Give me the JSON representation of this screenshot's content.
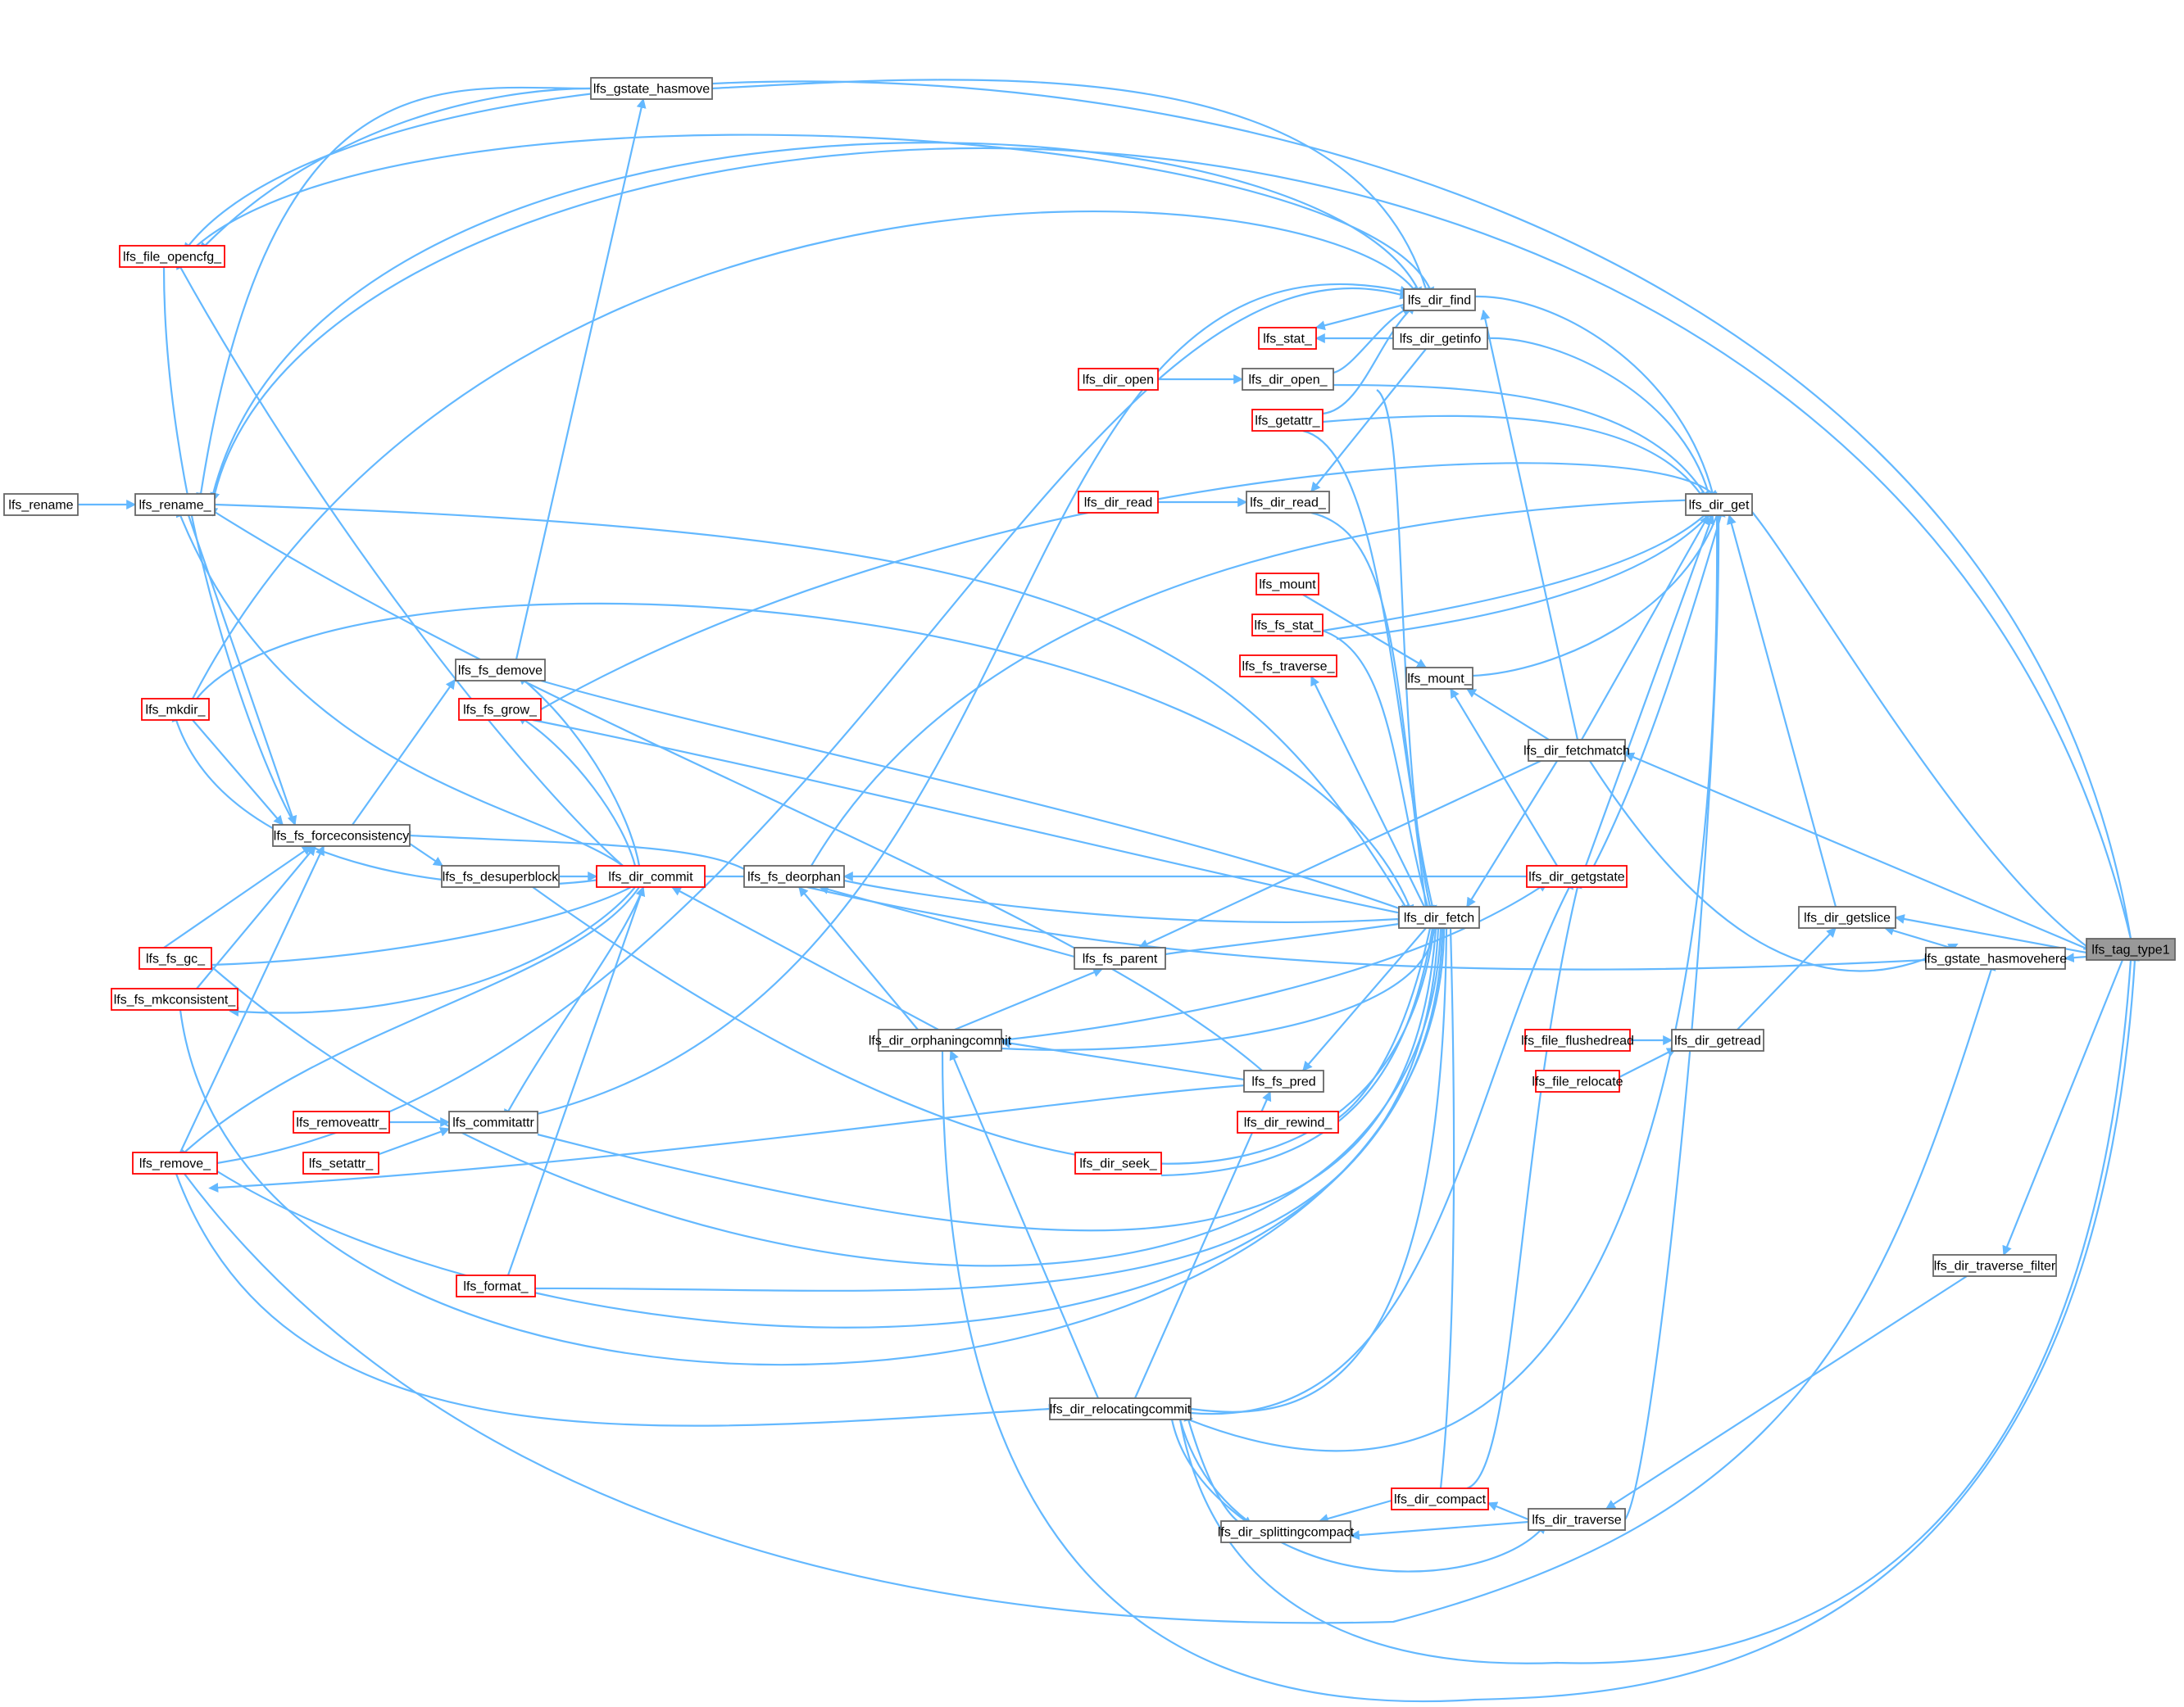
{
  "graph": {
    "title": "",
    "colors": {
      "edge": "#63b8ff",
      "link_border": "#ff0000",
      "plain_border": "#666666",
      "focus_fill": "#999999",
      "fill": "#ffffff"
    },
    "nodes": [
      {
        "id": "lfs_tag_type1",
        "label": "lfs_tag_type1",
        "kind": "focus"
      },
      {
        "id": "lfs_rename",
        "label": "lfs_rename",
        "kind": "plain"
      },
      {
        "id": "lfs_rename_",
        "label": "lfs_rename_",
        "kind": "plain"
      },
      {
        "id": "lfs_file_opencfg_",
        "label": "lfs_file_opencfg_",
        "kind": "link"
      },
      {
        "id": "lfs_mkdir_",
        "label": "lfs_mkdir_",
        "kind": "link"
      },
      {
        "id": "lfs_fs_forceconsistency",
        "label": "lfs_fs_forceconsistency",
        "kind": "plain"
      },
      {
        "id": "lfs_fs_gc_",
        "label": "lfs_fs_gc_",
        "kind": "link"
      },
      {
        "id": "lfs_fs_mkconsistent_",
        "label": "lfs_fs_mkconsistent_",
        "kind": "link"
      },
      {
        "id": "lfs_remove_",
        "label": "lfs_remove_",
        "kind": "link"
      },
      {
        "id": "lfs_gstate_hasmove",
        "label": "lfs_gstate_hasmove",
        "kind": "plain"
      },
      {
        "id": "lfs_fs_demove",
        "label": "lfs_fs_demove",
        "kind": "plain"
      },
      {
        "id": "lfs_fs_grow_",
        "label": "lfs_fs_grow_",
        "kind": "link"
      },
      {
        "id": "lfs_fs_desuperblock",
        "label": "lfs_fs_desuperblock",
        "kind": "plain"
      },
      {
        "id": "lfs_dir_commit",
        "label": "lfs_dir_commit",
        "kind": "link"
      },
      {
        "id": "lfs_fs_deorphan",
        "label": "lfs_fs_deorphan",
        "kind": "plain"
      },
      {
        "id": "lfs_removeattr_",
        "label": "lfs_removeattr_",
        "kind": "link"
      },
      {
        "id": "lfs_setattr_",
        "label": "lfs_setattr_",
        "kind": "link"
      },
      {
        "id": "lfs_commitattr",
        "label": "lfs_commitattr",
        "kind": "plain"
      },
      {
        "id": "lfs_format_",
        "label": "lfs_format_",
        "kind": "link"
      },
      {
        "id": "lfs_dir_orphaningcommit",
        "label": "lfs_dir_orphaningcommit",
        "kind": "plain"
      },
      {
        "id": "lfs_fs_parent",
        "label": "lfs_fs_parent",
        "kind": "plain"
      },
      {
        "id": "lfs_fs_pred",
        "label": "lfs_fs_pred",
        "kind": "plain"
      },
      {
        "id": "lfs_dir_relocatingcommit",
        "label": "lfs_dir_relocatingcommit",
        "kind": "plain"
      },
      {
        "id": "lfs_dir_splittingcompact",
        "label": "lfs_dir_splittingcompact",
        "kind": "plain"
      },
      {
        "id": "lfs_dir_find",
        "label": "lfs_dir_find",
        "kind": "plain"
      },
      {
        "id": "lfs_stat_",
        "label": "lfs_stat_",
        "kind": "link"
      },
      {
        "id": "lfs_dir_getinfo",
        "label": "lfs_dir_getinfo",
        "kind": "plain"
      },
      {
        "id": "lfs_dir_open",
        "label": "lfs_dir_open",
        "kind": "link"
      },
      {
        "id": "lfs_dir_open_",
        "label": "lfs_dir_open_",
        "kind": "plain"
      },
      {
        "id": "lfs_getattr_",
        "label": "lfs_getattr_",
        "kind": "link"
      },
      {
        "id": "lfs_dir_read",
        "label": "lfs_dir_read",
        "kind": "link"
      },
      {
        "id": "lfs_dir_read_",
        "label": "lfs_dir_read_",
        "kind": "plain"
      },
      {
        "id": "lfs_mount",
        "label": "lfs_mount",
        "kind": "link"
      },
      {
        "id": "lfs_fs_stat_",
        "label": "lfs_fs_stat_",
        "kind": "link"
      },
      {
        "id": "lfs_fs_traverse_",
        "label": "lfs_fs_traverse_",
        "kind": "link"
      },
      {
        "id": "lfs_mount_",
        "label": "lfs_mount_",
        "kind": "plain"
      },
      {
        "id": "lfs_dir_fetch",
        "label": "lfs_dir_fetch",
        "kind": "plain"
      },
      {
        "id": "lfs_dir_rewind_",
        "label": "lfs_dir_rewind_",
        "kind": "link"
      },
      {
        "id": "lfs_dir_seek_",
        "label": "lfs_dir_seek_",
        "kind": "link"
      },
      {
        "id": "lfs_dir_get",
        "label": "lfs_dir_get",
        "kind": "plain"
      },
      {
        "id": "lfs_dir_fetchmatch",
        "label": "lfs_dir_fetchmatch",
        "kind": "plain"
      },
      {
        "id": "lfs_dir_getgstate",
        "label": "lfs_dir_getgstate",
        "kind": "link"
      },
      {
        "id": "lfs_dir_getslice",
        "label": "lfs_dir_getslice",
        "kind": "plain"
      },
      {
        "id": "lfs_gstate_hasmovehere",
        "label": "lfs_gstate_hasmovehere",
        "kind": "plain"
      },
      {
        "id": "lfs_file_flushedread",
        "label": "lfs_file_flushedread",
        "kind": "link"
      },
      {
        "id": "lfs_dir_getread",
        "label": "lfs_dir_getread",
        "kind": "plain"
      },
      {
        "id": "lfs_file_relocate",
        "label": "lfs_file_relocate",
        "kind": "link"
      },
      {
        "id": "lfs_dir_traverse_filter",
        "label": "lfs_dir_traverse_filter",
        "kind": "plain"
      },
      {
        "id": "lfs_dir_compact",
        "label": "lfs_dir_compact",
        "kind": "link"
      },
      {
        "id": "lfs_dir_traverse",
        "label": "lfs_dir_traverse",
        "kind": "plain"
      }
    ]
  }
}
